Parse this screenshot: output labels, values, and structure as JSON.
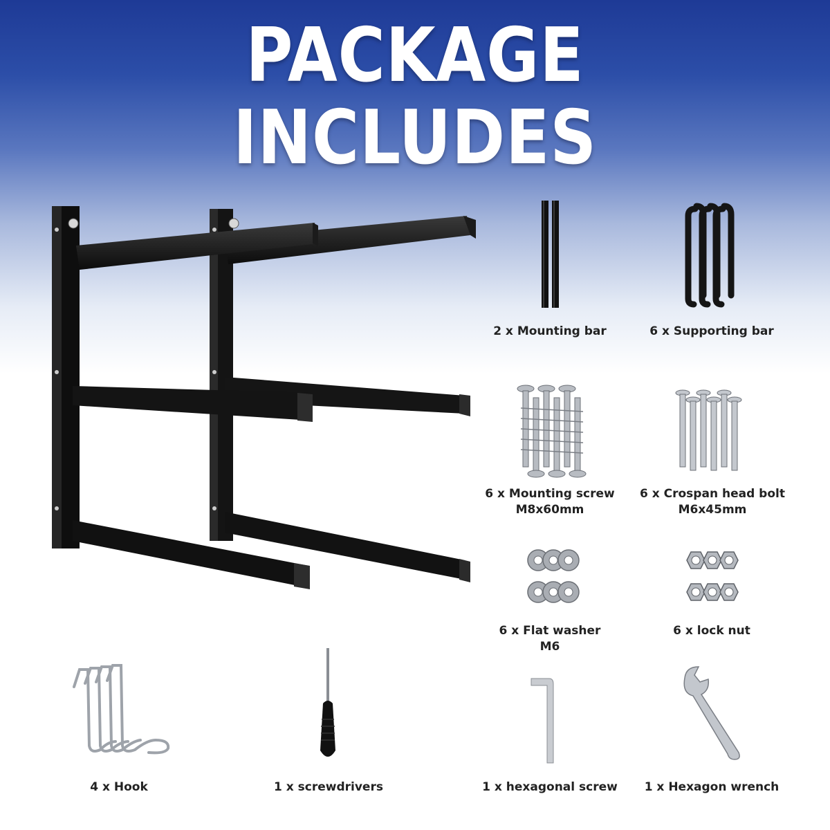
{
  "title": "PACKAGE INCLUDES",
  "items": [
    {
      "icon": "mounting-bar-icon",
      "lines": [
        "2 x Mounting bar"
      ]
    },
    {
      "icon": "supporting-bar-icon",
      "lines": [
        "6 x Supporting bar"
      ]
    },
    {
      "icon": "mounting-screw-icon",
      "lines": [
        "6 x Mounting screw",
        "M8x60mm"
      ]
    },
    {
      "icon": "crospan-head-bolt-icon",
      "lines": [
        "6 x Crospan head bolt",
        "M6x45mm"
      ]
    },
    {
      "icon": "flat-washer-icon",
      "lines": [
        "6 x Flat washer",
        "M6"
      ]
    },
    {
      "icon": "lock-nut-icon",
      "lines": [
        "6 x lock nut"
      ]
    },
    {
      "icon": "hook-icon",
      "lines": [
        "4 x Hook"
      ]
    },
    {
      "icon": "screwdriver-icon",
      "lines": [
        "1 x screwdrivers"
      ]
    },
    {
      "icon": "hexagonal-screw-icon",
      "lines": [
        "1 x hexagonal screw"
      ]
    },
    {
      "icon": "hexagon-wrench-icon",
      "lines": [
        "1 x Hexagon wrench"
      ]
    }
  ],
  "colors": {
    "header_blue": "#1e3a96",
    "rack_black": "#111111",
    "metal_silver": "#b8bcc2",
    "caption_text": "#222222"
  }
}
